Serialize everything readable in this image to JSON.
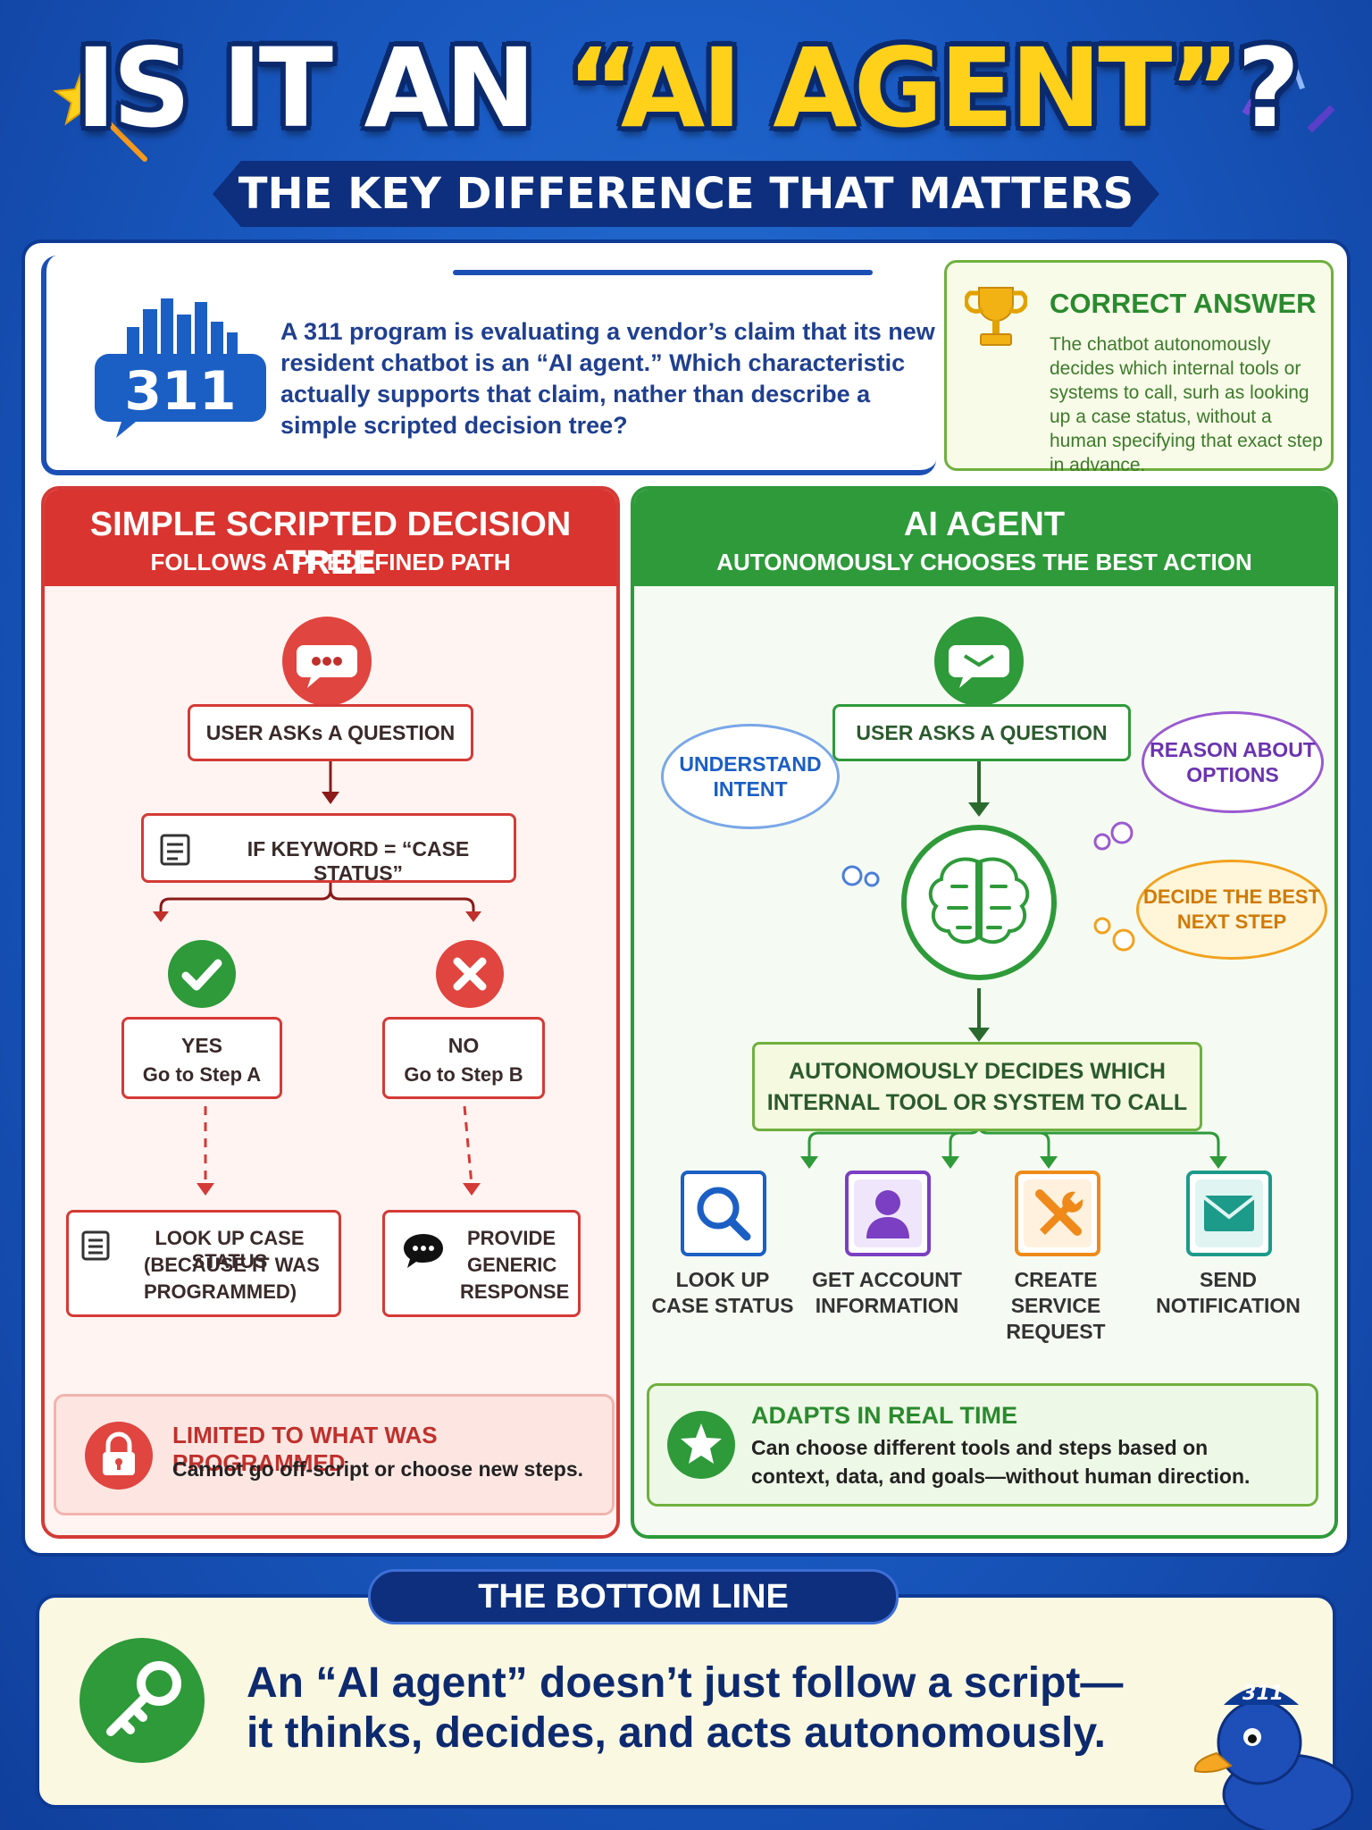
{
  "header": {
    "title_pre": "IS IT AN ",
    "title_highlight": "“AI AGENT”",
    "title_post": "?",
    "subtitle": "THE KEY DIFFERENCE THAT MATTERS"
  },
  "question": {
    "logo_text": "311",
    "text": "A 311 program is evaluating a vendor’s claim that its new resident chatbot is an “AI agent.” Which characteristic actually supports that claim, nather than describe a simple scripted decision tree?"
  },
  "answer": {
    "title": "CORRECT ANSWER",
    "text": "The chatbot autonomously decides which internal tools or systems to call, surh as looking up a case status, without a human specifying that exact step in advance."
  },
  "left": {
    "title": "SIMPLE SCRIPTED DECISION TREE",
    "subtitle": "FOLLOWS A PREDEFINED PATH",
    "step1": "USER ASKs A QUESTION",
    "step2": "IF KEYWORD = “CASE STATUS”",
    "yes_title": "YES",
    "yes_sub": "Go to Step A",
    "no_title": "NO",
    "no_sub": "Go to Step B",
    "result_a_l1": "LOOK UP CASE STATUS",
    "result_a_l2": "(BECAUSE IT WAS",
    "result_a_l3": "PROGRAMMED)",
    "result_b_l1": "PROVIDE",
    "result_b_l2": "GENERIC",
    "result_b_l3": "RESPONSE",
    "limit_title": "LIMITED TO WHAT WAS PROGRAMMED",
    "limit_text": "Cannot go off-script or choose new steps."
  },
  "right": {
    "title": "AI AGENT",
    "subtitle": "AUTONOMOUSLY CHOOSES THE BEST ACTION",
    "step1": "USER ASKS A QUESTION",
    "cloud1_l1": "UNDERSTAND",
    "cloud1_l2": "INTENT",
    "cloud2_l1": "REASON ABOUT",
    "cloud2_l2": "OPTIONS",
    "cloud3_l1": "DECIDE THE BEST",
    "cloud3_l2": "NEXT STEP",
    "decide_l1": "AUTONOMOUSLY DECIDES WHICH",
    "decide_l2": "INTERNAL TOOL OR SYSTEM TO CALL",
    "tools": [
      {
        "l1": "LOOK UP",
        "l2": "CASE STATUS",
        "icon": "search-icon",
        "color": "#1b5fc4"
      },
      {
        "l1": "GET ACCOUNT",
        "l2": "INFORMATION",
        "icon": "user-icon",
        "color": "#7a3fc2"
      },
      {
        "l1": "CREATE",
        "l2": "SERVICE REQUEST",
        "icon": "tools-icon",
        "color": "#ef8a1a"
      },
      {
        "l1": "SEND",
        "l2": "NOTIFICATION",
        "icon": "envelope-icon",
        "color": "#1c9a8a"
      }
    ],
    "adapt_title": "ADAPTS IN REAL TIME",
    "adapt_l1": "Can choose different tools and steps based on",
    "adapt_l2": "context, data, and goals—without human direction."
  },
  "bottom": {
    "tab": "THE BOTTOM LINE",
    "line1": "An “AI agent” doesn’t just follow a script—",
    "line2": "it thinks, decides, and acts autonomously.",
    "duck_badge": "311"
  }
}
